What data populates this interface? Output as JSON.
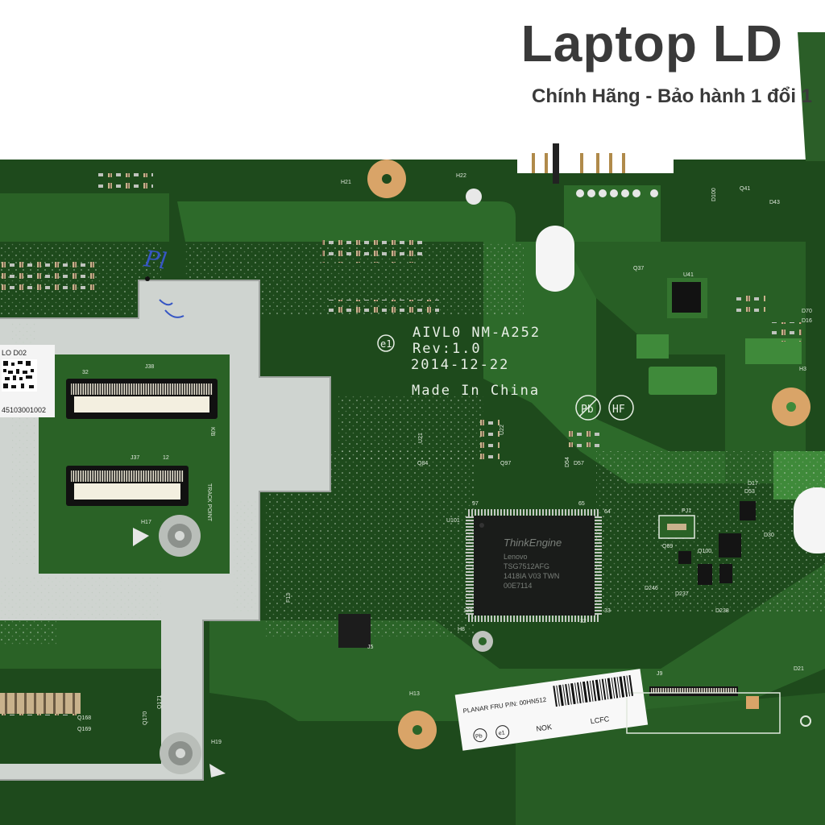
{
  "brand": {
    "title": "Laptop LD",
    "subtitle": "Chính Hãng - Bảo hành 1 đổi 1"
  },
  "board": {
    "model_line": "AIVL0 NM-A252",
    "rev_line": "Rev:1.0",
    "date_line": "2014-12-22",
    "origin_line": "Made In China",
    "e1_mark": "e1",
    "pb_mark": "Pb",
    "hf_mark": "HF",
    "handwritten_note": "Pl"
  },
  "connectors": {
    "j38": "J38",
    "j38_pin": "32",
    "j37": "J37",
    "j37_pin": "12",
    "kb": "K/B",
    "trackpoint": "TRACK POINT",
    "j9": "J9",
    "j5": "J5"
  },
  "holes": {
    "h21": "H21",
    "h22": "H22",
    "h17": "H17",
    "h8": "H8",
    "h13": "H13",
    "h19": "H19",
    "h3": "H3"
  },
  "chip": {
    "ref": "U101",
    "brand": "ThinkEngine",
    "line1": "Lenovo",
    "line2": "TSG7512AFG",
    "line3": "1418IA V03 TWN",
    "line4": "00E7114",
    "pin_97": "97",
    "pin_65": "65",
    "pin_64": "64",
    "pin_128": "128",
    "pin_32": "32",
    "pin_33": "33"
  },
  "left_label": {
    "top_text": "LO D02",
    "bottom_text": "45103001002"
  },
  "fru_label": {
    "text": "PLANAR FRU P/N: 00HN512",
    "nok": "NOK",
    "lcfc": "LCFC",
    "pb": "Pb",
    "e1": "e1"
  },
  "component_refs": {
    "u41": "U41",
    "q41": "Q41",
    "d43": "D43",
    "q37": "Q37",
    "u21": "U21",
    "u22": "U22",
    "q84": "Q84",
    "q97": "Q97",
    "d54": "D54",
    "d57": "D57",
    "d53": "D53",
    "d17": "D17",
    "pj1": "PJ1",
    "d30": "D30",
    "q69": "Q69",
    "q100": "Q100",
    "d238": "D238",
    "d237": "D237",
    "d246": "D246",
    "q168": "Q168",
    "q169": "Q169",
    "q170": "Q170",
    "q171": "Q171",
    "f13": "F13",
    "d21": "D21",
    "d100": "D100",
    "d70": "D70",
    "d16": "D16"
  },
  "colors": {
    "pcb_dark": "#1e4a1c",
    "pcb_mid": "#2d6a2a",
    "pcb_light": "#3f8a3a",
    "shield": "#cfd4d0",
    "pad_copper": "#d9a468",
    "background": "#ffffff",
    "brand_text": "#3a3a3a"
  }
}
